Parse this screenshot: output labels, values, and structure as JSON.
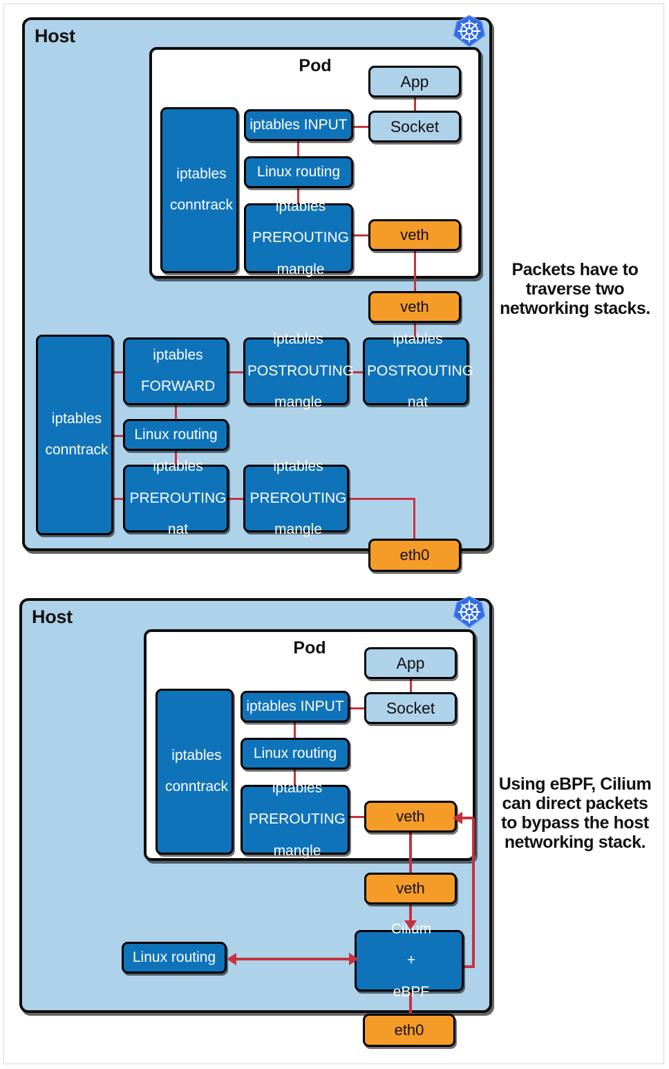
{
  "meta": {
    "colors": {
      "host_bg": "#aed2ea",
      "pod_bg": "#ffffff",
      "blue_node": "#0f73ba",
      "lightblue_node": "#aed2ea",
      "orange_node": "#f59b28",
      "connector": "#c4333f",
      "outline": "#000000",
      "k8s_blue": "#326ce5"
    }
  },
  "diagram_top": {
    "host_label": "Host",
    "pod_label": "Pod",
    "k8s_icon": "kubernetes-logo-icon",
    "caption": "Packets have to traverse two networking stacks.",
    "caption_lines": [
      "Packets have to",
      "traverse two",
      "networking stacks."
    ],
    "pod_nodes": {
      "conntrack": "iptables\nconntrack",
      "conntrack_lines": [
        "iptables",
        "conntrack"
      ],
      "input": "iptables INPUT",
      "routing": "Linux routing",
      "prerouting_mangle_lines": [
        "iptables",
        "PREROUTING",
        "mangle"
      ],
      "app": "App",
      "socket": "Socket",
      "veth": "veth"
    },
    "host_nodes": {
      "veth": "veth",
      "conntrack_lines": [
        "iptables",
        "conntrack"
      ],
      "forward_lines": [
        "iptables",
        "FORWARD"
      ],
      "postrouting_mangle_lines": [
        "iptables",
        "POSTROUTING",
        "mangle"
      ],
      "postrouting_nat_lines": [
        "iptables",
        "POSTROUTING",
        "nat"
      ],
      "routing": "Linux routing",
      "prerouting_nat_lines": [
        "iptables",
        "PREROUTING",
        "nat"
      ],
      "prerouting_mangle_lines": [
        "iptables",
        "PREROUTING",
        "mangle"
      ],
      "eth0": "eth0"
    }
  },
  "diagram_bottom": {
    "host_label": "Host",
    "pod_label": "Pod",
    "k8s_icon": "kubernetes-logo-icon",
    "caption": "Using eBPF, Cilium can direct packets to bypass the host networking stack.",
    "caption_lines": [
      "Using eBPF, Cilium",
      "can direct packets",
      "to bypass the host",
      "networking stack."
    ],
    "pod_nodes": {
      "conntrack_lines": [
        "iptables",
        "conntrack"
      ],
      "input": "iptables INPUT",
      "routing": "Linux routing",
      "prerouting_mangle_lines": [
        "iptables",
        "PREROUTING",
        "mangle"
      ],
      "app": "App",
      "socket": "Socket",
      "veth": "veth"
    },
    "host_nodes": {
      "veth": "veth",
      "routing": "Linux routing",
      "cilium_lines": [
        "Cilium",
        "+",
        "eBPF"
      ],
      "eth0": "eth0"
    }
  }
}
